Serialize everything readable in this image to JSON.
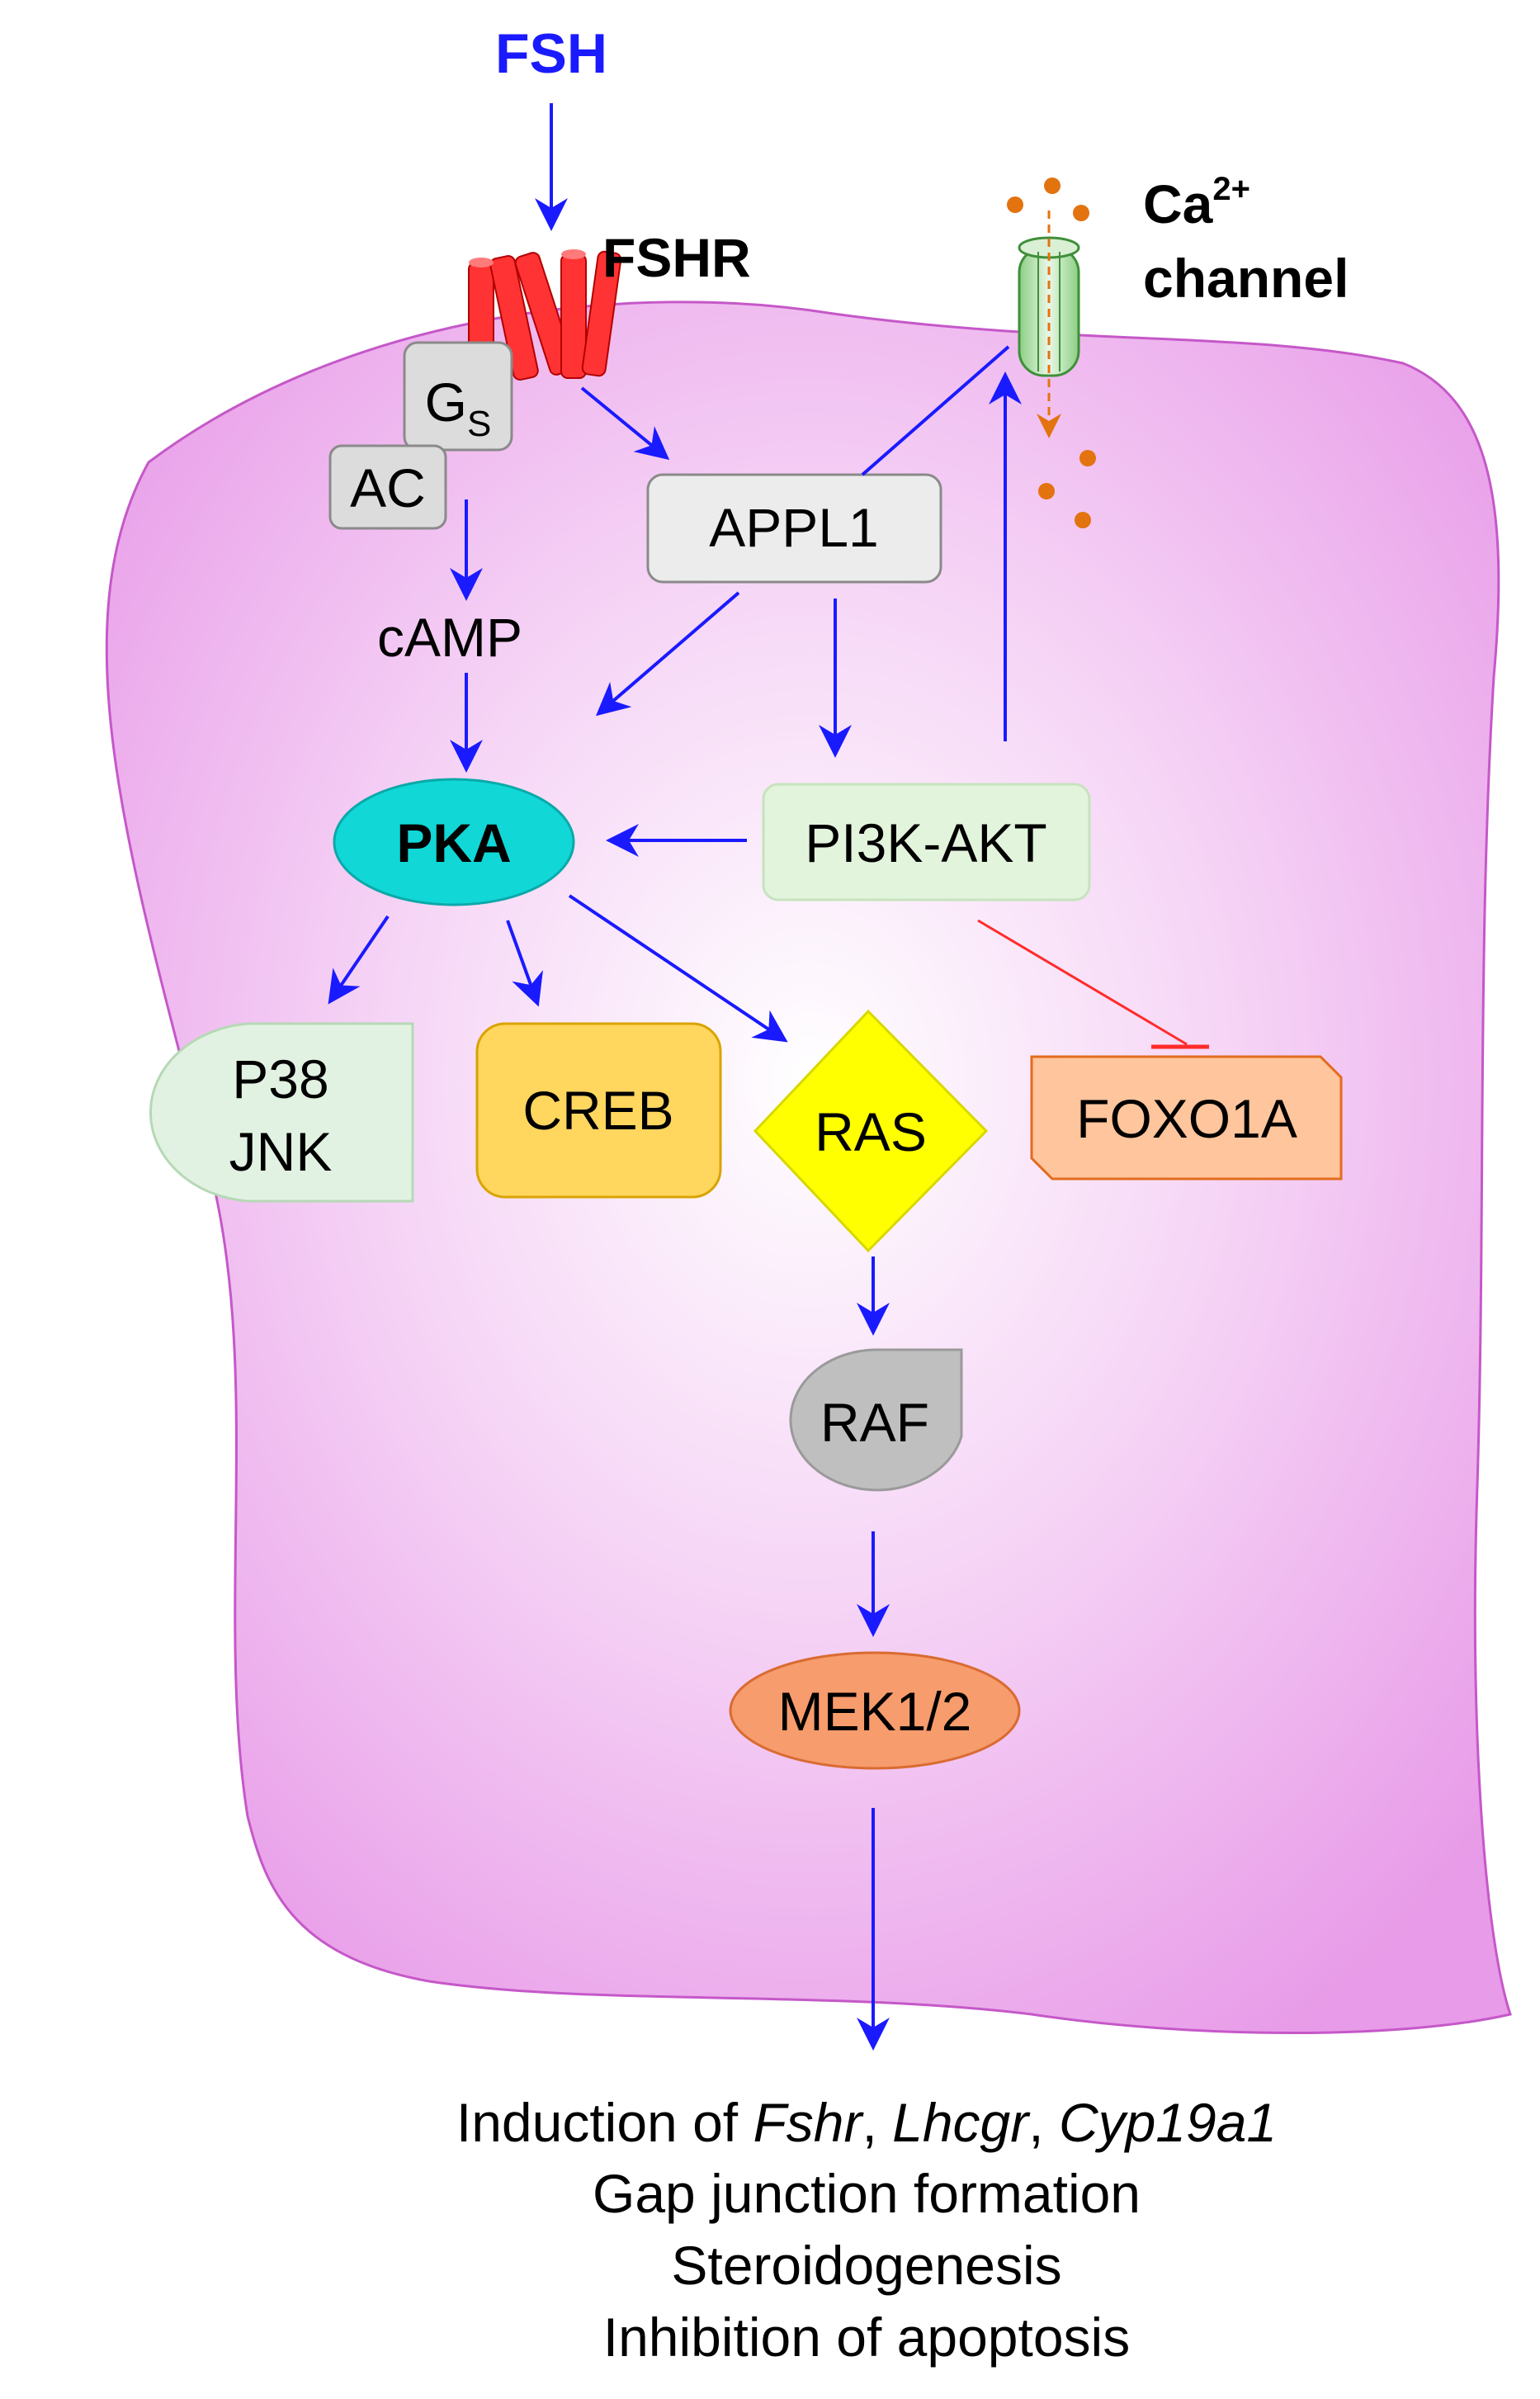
{
  "colors": {
    "arrow": "#1a1aff",
    "inhibit": "#ff2b2b",
    "cell_fill": "#ecadec",
    "cell_border": "#c558c8",
    "receptor": "#ff3333",
    "ca_ion": "#e2730f",
    "channel": "#b9e2b4"
  },
  "ligand": {
    "label": "FSH",
    "color": "#1a1aff"
  },
  "receptor": {
    "label": "FSHR"
  },
  "channel": {
    "label_top": "Ca",
    "label_sup": "2+",
    "label_bottom": "channel"
  },
  "nodes": {
    "gs": {
      "main": "G",
      "sub": "S"
    },
    "ac": {
      "label": "AC"
    },
    "appl1": {
      "label": "APPL1"
    },
    "camp": {
      "label": "cAMP"
    },
    "pka": {
      "label": "PKA"
    },
    "pi3k_akt": {
      "label": "PI3K-AKT"
    },
    "p38_jnk": {
      "line1": "P38",
      "line2": "JNK"
    },
    "creb": {
      "label": "CREB"
    },
    "ras": {
      "label": "RAS"
    },
    "foxo1a": {
      "label": "FOXO1A"
    },
    "raf": {
      "label": "RAF"
    },
    "mek": {
      "label": "MEK1/2"
    }
  },
  "outcomes": {
    "induction_prefix": "Induction of ",
    "genes": [
      "Fshr",
      "Lhcgr",
      "Cyp19a1"
    ],
    "separator": ", ",
    "line2": "Gap junction formation",
    "line3": "Steroidogenesis",
    "line4": "Inhibition of apoptosis"
  }
}
